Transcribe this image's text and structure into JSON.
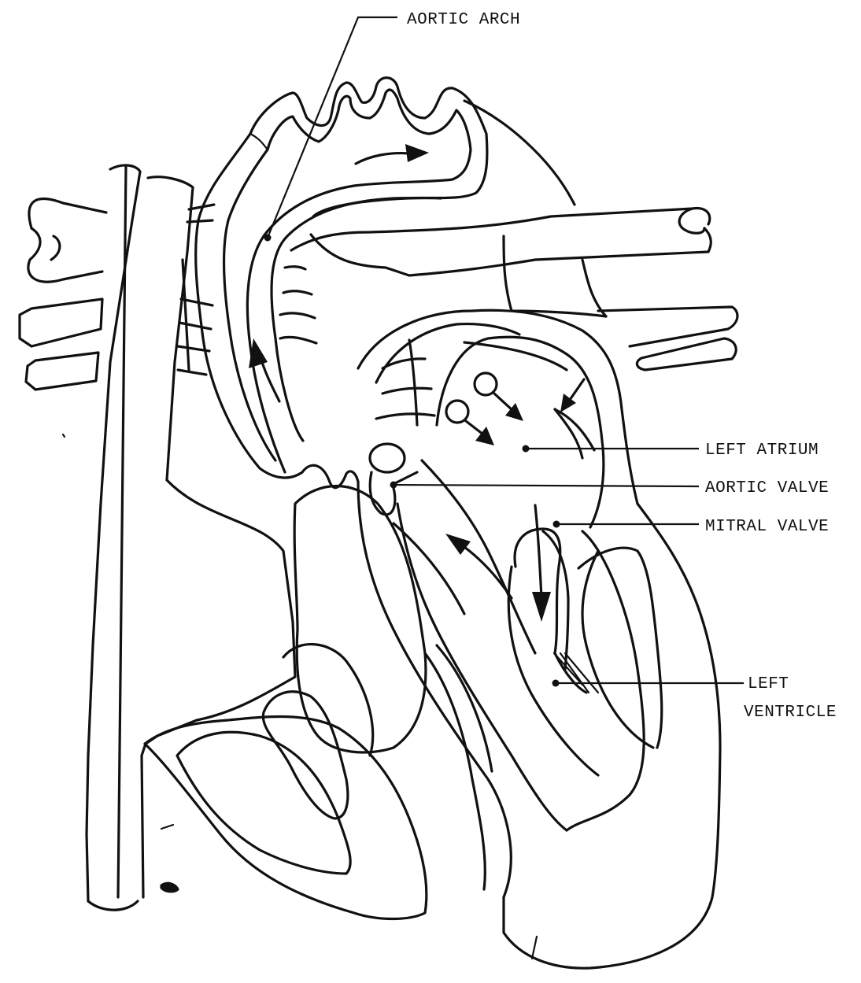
{
  "labels": {
    "aortic_arch": "AORTIC ARCH",
    "left_atrium": "LEFT ATRIUM",
    "aortic_valve": "AORTIC VALVE",
    "mitral_valve": "MITRAL VALVE",
    "left_ventricle_line1": "LEFT",
    "left_ventricle_line2": "VENTRICLE"
  },
  "colors": {
    "ink": "#111111",
    "paper": "#ffffff"
  }
}
